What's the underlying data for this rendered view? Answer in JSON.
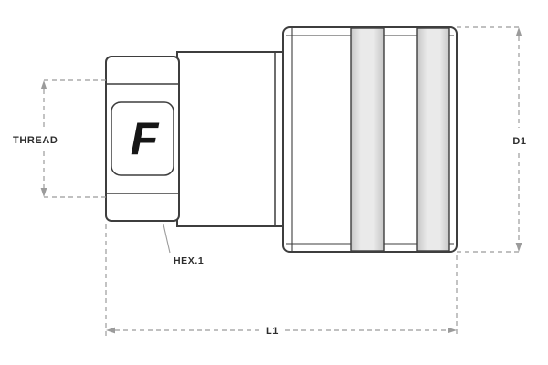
{
  "diagram": {
    "logo_letter": "F",
    "dimension_labels": {
      "thread": "THREAD",
      "hex": "HEX.1",
      "length": "L1",
      "diameter": "D1"
    },
    "colors": {
      "outline": "#3e3e3e",
      "dimension_line": "#9b9b9b",
      "label_text": "#2d2d2d",
      "logo_text": "#161616",
      "band_edge": "#c6c6c6",
      "band_mid": "#eaeaea",
      "background": "#ffffff"
    }
  }
}
